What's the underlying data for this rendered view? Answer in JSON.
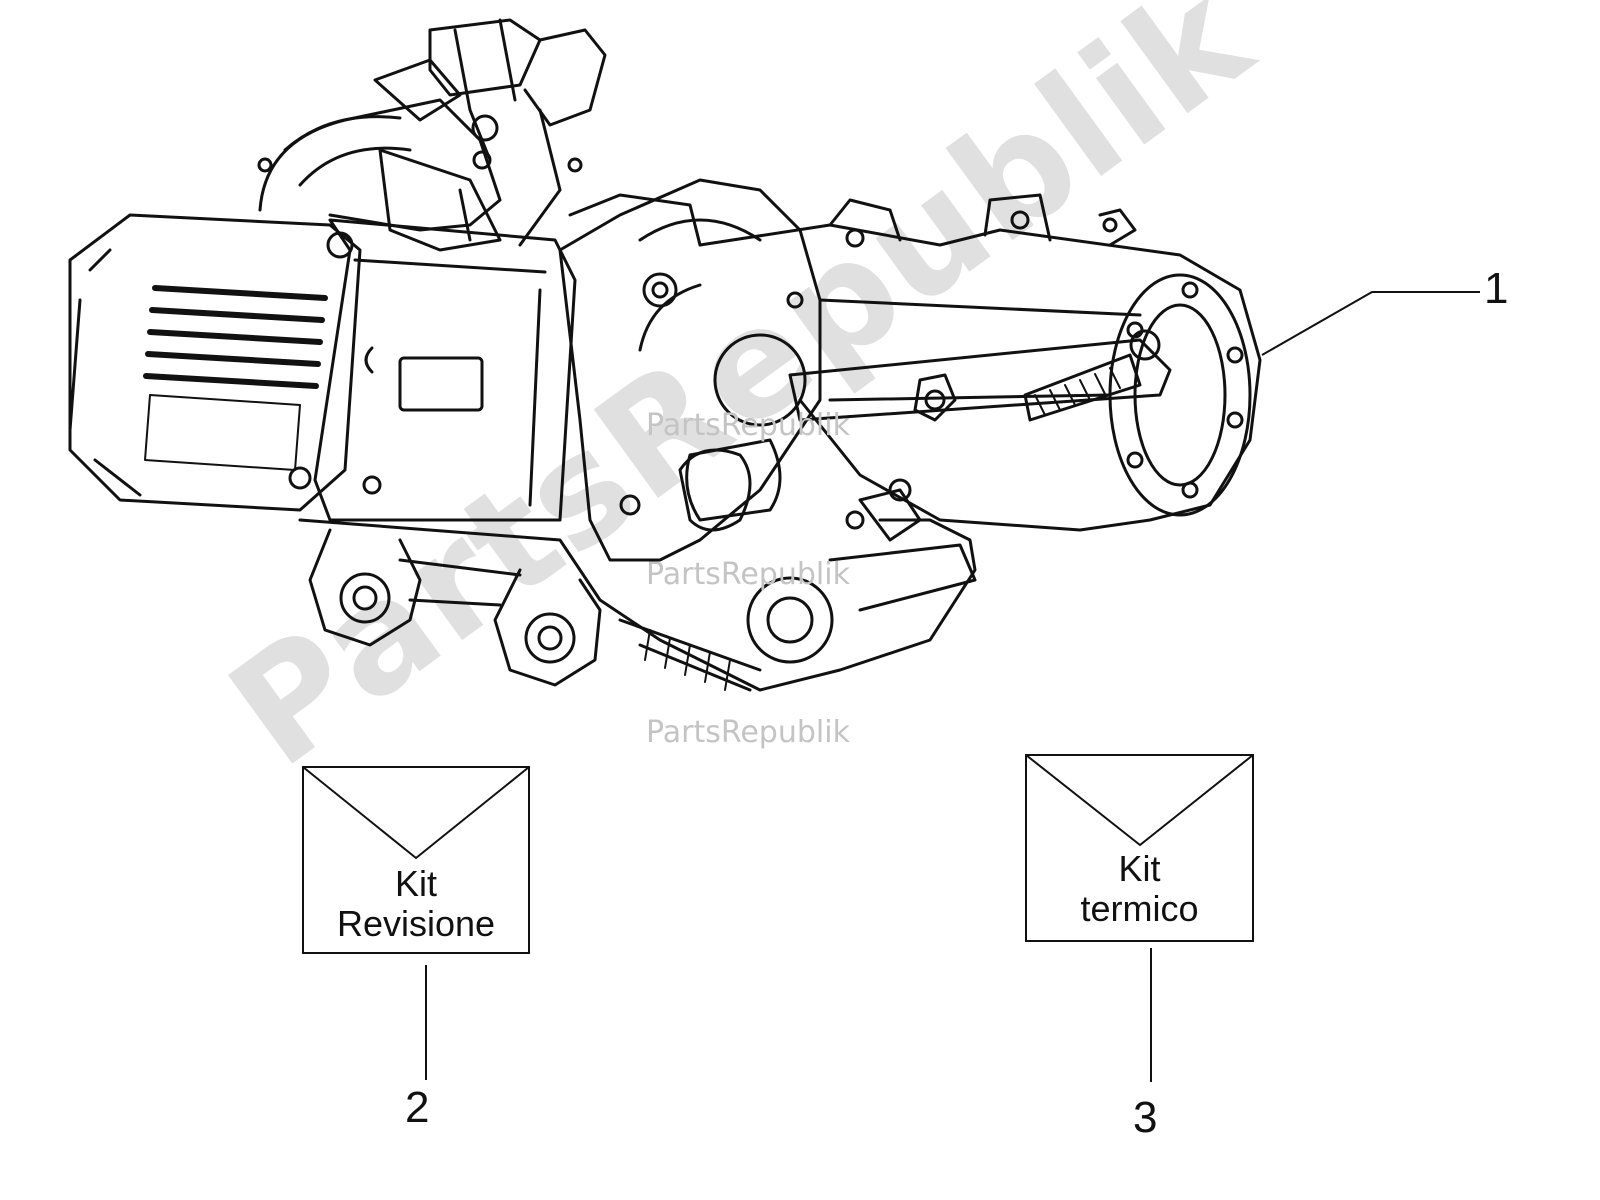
{
  "watermark": {
    "brand": "PartsRepublik",
    "tag": "PartsRepublik"
  },
  "diagram": {
    "engine_callout": "1",
    "kit_revisione": {
      "number": "2",
      "line1": "Kit",
      "line2": "Revisione"
    },
    "kit_termico": {
      "number": "3",
      "line1": "Kit",
      "line2": "termico"
    }
  }
}
